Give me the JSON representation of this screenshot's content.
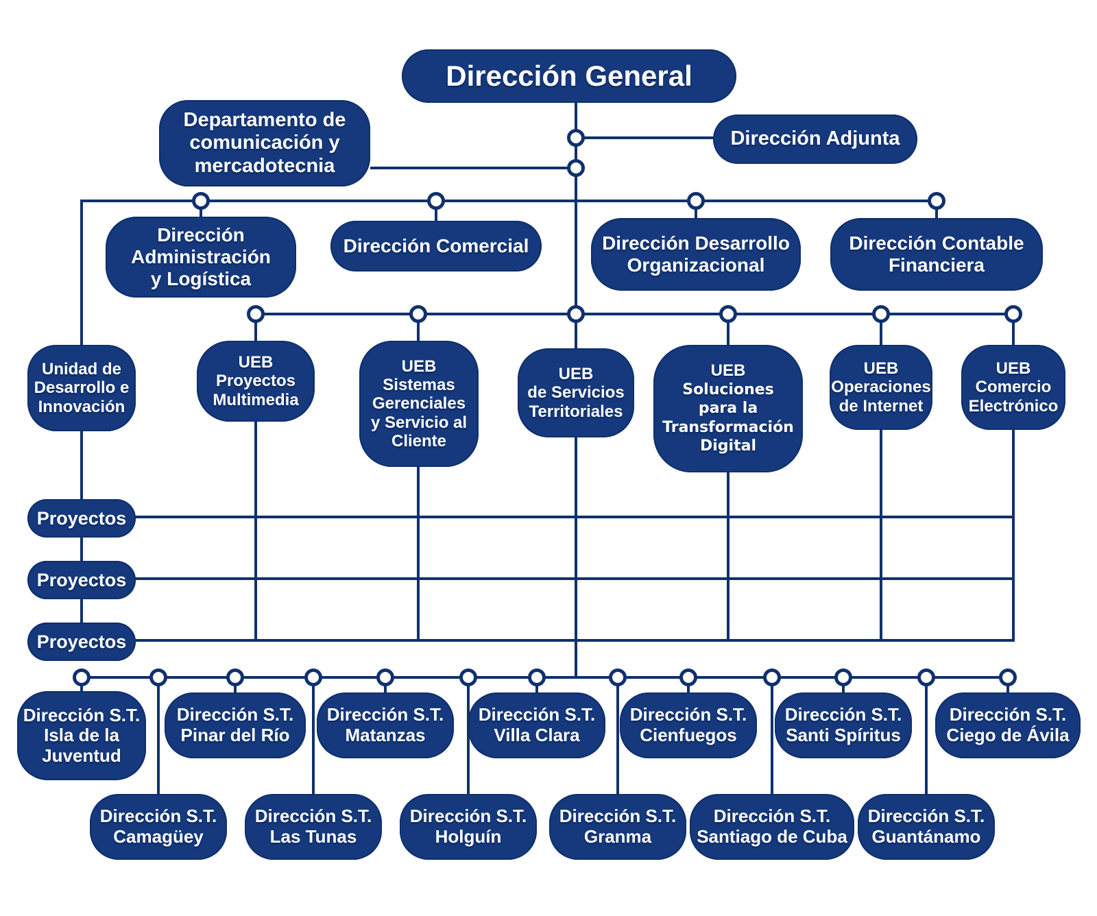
{
  "diagram": {
    "type": "org-chart",
    "colors": {
      "node_fill": "#15397c",
      "node_edge": "#0e2f6b",
      "line": "#10316e",
      "text": "#ffffff",
      "background": "#ffffff"
    },
    "root": {
      "label": "Dirección General"
    },
    "staff": {
      "departamento": {
        "label": "Departamento de\ncomunicación y\nmercadotecnia"
      },
      "adjunta": {
        "label": "Dirección Adjunta"
      }
    },
    "direcciones": [
      {
        "label": "Dirección\nAdministración\ny Logística"
      },
      {
        "label": "Dirección Comercial"
      },
      {
        "label": "Dirección Desarrollo\nOrganizacional"
      },
      {
        "label": "Dirección Contable\nFinanciera"
      }
    ],
    "uebs": [
      {
        "label": "Unidad de\nDesarrollo e\nInnovación"
      },
      {
        "label": "UEB\nProyectos\nMultimedia"
      },
      {
        "label": "UEB\nSistemas\nGerenciales\ny Servicio al\nCliente"
      },
      {
        "label": "UEB\nde Servicios\nTerritoriales"
      },
      {
        "label": "UEB",
        "label2": "Soluciones\npara la\nTransformación\nDigital"
      },
      {
        "label": "UEB\nOperaciones\nde Internet"
      },
      {
        "label": "UEB\nComercio\nElectrónico"
      }
    ],
    "proyectos": [
      "Proyectos",
      "Proyectos",
      "Proyectos"
    ],
    "territoriales_fila1": [
      {
        "label": "Dirección S.T.\nIsla de la\nJuventud"
      },
      {
        "label": "Dirección S.T.\nPinar del Río"
      },
      {
        "label": "Dirección S.T.\nMatanzas"
      },
      {
        "label": "Dirección S.T.\nVilla Clara"
      },
      {
        "label": "Dirección S.T.\nCienfuegos"
      },
      {
        "label": "Dirección S.T.\nSanti Spíritus"
      },
      {
        "label": "Dirección S.T.\nCiego de Ávila"
      }
    ],
    "territoriales_fila2": [
      {
        "label": "Dirección S.T.\nCamagüey"
      },
      {
        "label": "Dirección S.T.\nLas Tunas"
      },
      {
        "label": "Dirección S.T.\nHolguín"
      },
      {
        "label": "Dirección S.T.\nGranma"
      },
      {
        "label": "Dirección S.T.\nSantiago de Cuba"
      },
      {
        "label": "Dirección S.T.\nGuantánamo"
      }
    ]
  }
}
